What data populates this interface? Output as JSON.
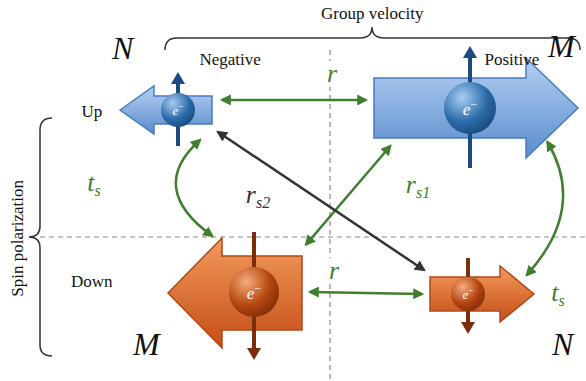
{
  "diagram": {
    "nodes": [
      {
        "text": [
          "N",
          "e−"
        ]
      },
      {
        "text": [
          "M",
          "e−"
        ]
      },
      {
        "text": [
          "M",
          "e−"
        ]
      },
      {
        "text": [
          "N",
          "e−"
        ]
      }
    ],
    "edges": [
      {
        "from": 0,
        "to": 1,
        "arrow": "both",
        "label": "r"
      },
      {
        "from": 2,
        "to": 3,
        "arrow": "both",
        "label": "r"
      },
      {
        "from": 0,
        "to": 2,
        "arrow": "both",
        "label": "ts"
      },
      {
        "from": 1,
        "to": 3,
        "arrow": "both",
        "label": "ts"
      },
      {
        "from": 2,
        "to": 1,
        "arrow": "both",
        "label": "rs1"
      },
      {
        "from": 0,
        "to": 3,
        "arrow": "both",
        "label": "rs2"
      }
    ],
    "labels": [
      "Group velocity",
      "Negative",
      "Positive",
      "Spin polarization",
      "Up",
      "Down"
    ]
  }
}
